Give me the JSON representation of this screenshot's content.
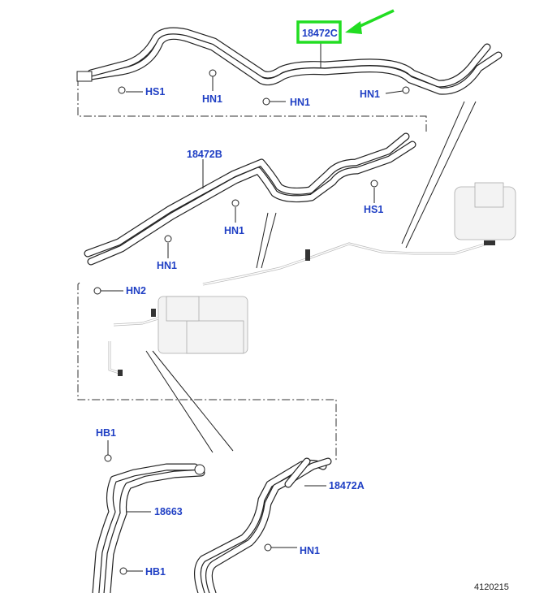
{
  "diagram": {
    "highlight_color": "#22dd22",
    "label_color": "#1f3fc4",
    "parts": {
      "hose_c": "18472C",
      "hose_b": "18472B",
      "hose_a": "18472A",
      "hose_18663": "18663"
    },
    "fasteners": {
      "c_hs1": "HS1",
      "c_hn1_a": "HN1",
      "c_hn1_b": "HN1",
      "c_hn1_c": "HN1",
      "b_hs1": "HS1",
      "b_hn1_a": "HN1",
      "b_hn1_b": "HN1",
      "hn2": "HN2",
      "hb1_top": "HB1",
      "hb1_bottom": "HB1",
      "a_hn1": "HN1"
    },
    "reference_number": "4120215"
  }
}
